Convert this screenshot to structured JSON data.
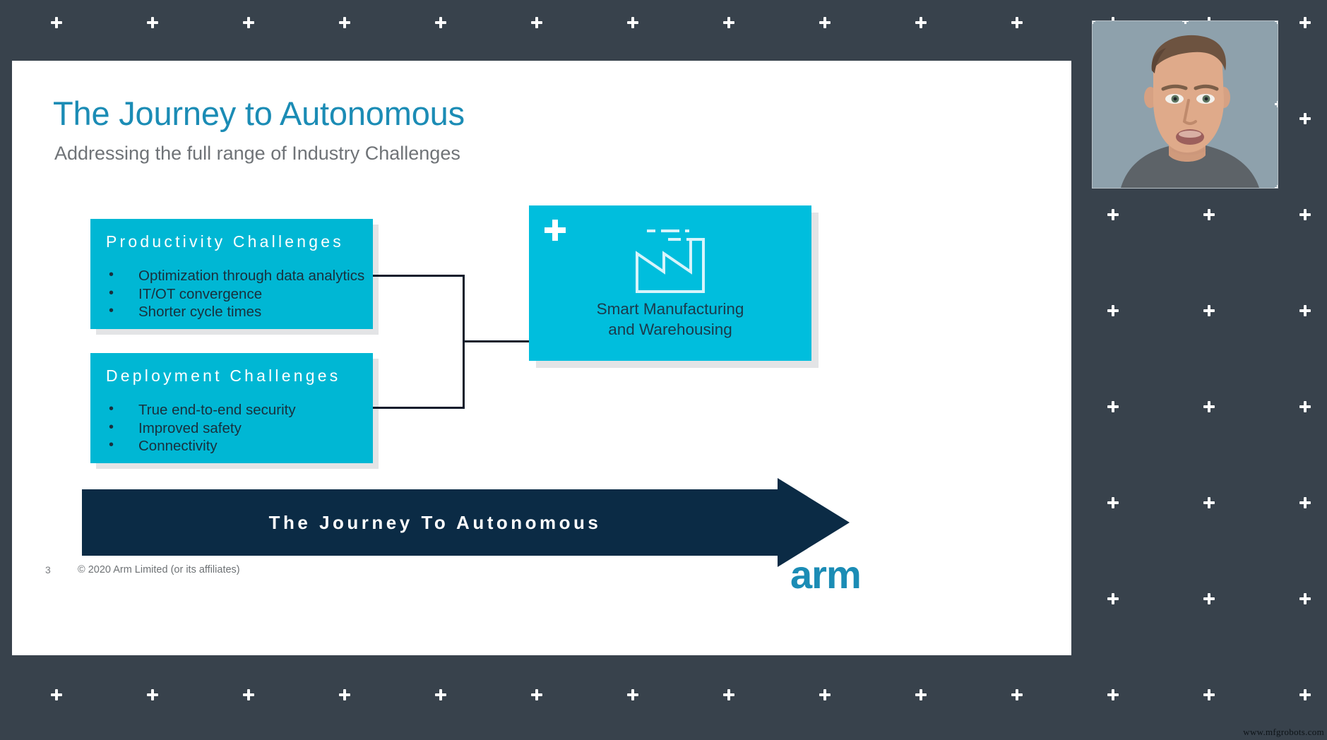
{
  "slide": {
    "title": "The Journey to Autonomous",
    "subtitle": "Addressing the full range of Industry Challenges",
    "accent_color": "#00b7d4",
    "title_color": "#1b8cb5",
    "navy_color": "#0b2b45",
    "cards": [
      {
        "heading": "Productivity Challenges",
        "bullets": [
          "Optimization through data analytics",
          "IT/OT convergence",
          "Shorter cycle times"
        ]
      },
      {
        "heading": "Deployment Challenges",
        "bullets": [
          "True end-to-end security",
          "Improved safety",
          "Connectivity"
        ]
      }
    ],
    "outcome": {
      "icon": "factory-icon",
      "label_line1": "Smart Manufacturing",
      "label_line2": "and Warehousing"
    },
    "journey_arrow_label": "The Journey To Autonomous",
    "footer": {
      "page_number": "3",
      "copyright": "© 2020 Arm Limited (or its affiliates)",
      "logo": "arm"
    }
  },
  "overlay": {
    "webcam_label": "presenter-webcam",
    "watermark": "www.mfgrobots.com"
  }
}
